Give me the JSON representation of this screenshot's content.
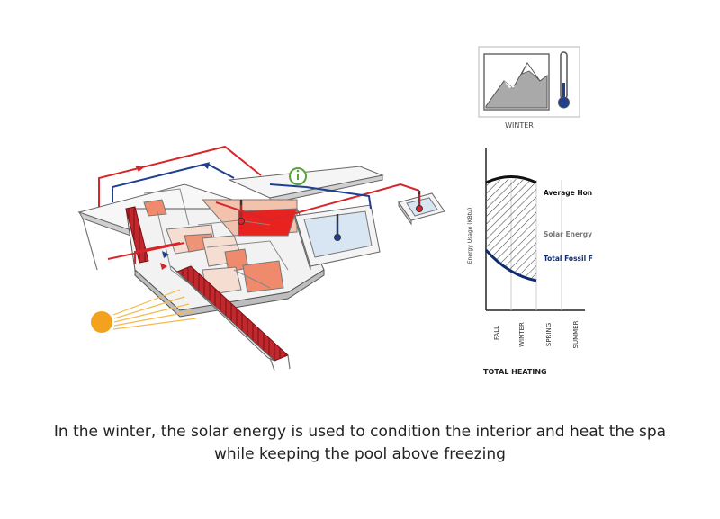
{
  "season_card": {
    "label": "WINTER",
    "icon": "mountain-thermometer-icon"
  },
  "chart": {
    "ylabel": "Energy Usage (KBtu)",
    "legend": [
      "Average Hon",
      "Solar Energy",
      "Total Fossil F"
    ],
    "seasons": [
      "FALL",
      "WINTER",
      "SPRING",
      "SUMMER"
    ],
    "footer": "TOTAL HEATING"
  },
  "colors": {
    "supply_red": "#d7262b",
    "return_blue": "#1f3f91",
    "fossil_navy": "#0f2c6e",
    "panel_red": "#c0282d",
    "sun_orange": "#f3a21d",
    "info_green": "#5aa23a",
    "pool_blue": "#d8e6f3"
  },
  "diagram": {
    "info_icon": "info-icon",
    "sun_icon": "sun-icon"
  },
  "caption": {
    "line1": "In the winter, the solar energy is used to condition the interior and  heat the spa",
    "line2": "while keeping the pool above freezing"
  }
}
